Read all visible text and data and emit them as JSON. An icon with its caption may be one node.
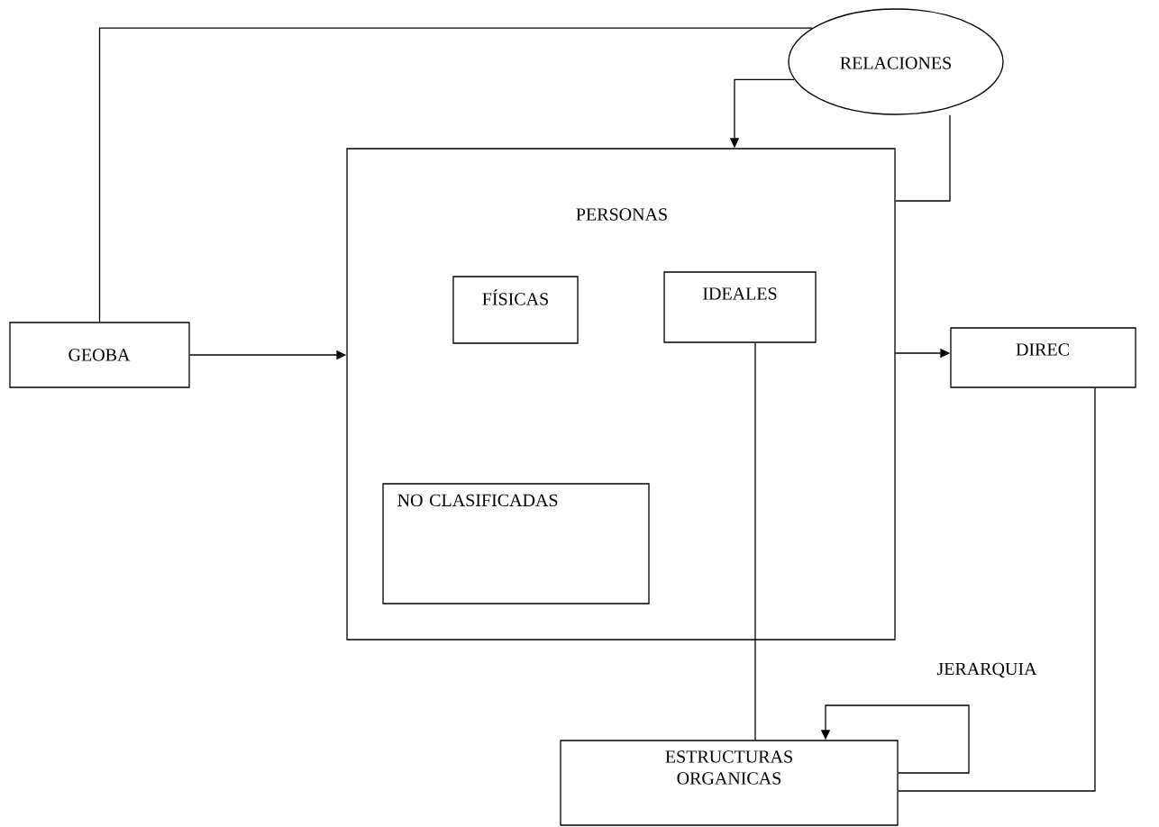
{
  "diagram": {
    "nodes": [
      {
        "text": [
          "PERSONAS"
        ]
      },
      {
        "text": [
          "FÍSICAS"
        ],
        "in": 0
      },
      {
        "text": [
          "IDEALES"
        ],
        "in": 0
      },
      {
        "text": [
          "NO CLASIFICADAS"
        ],
        "in": 0
      },
      {
        "text": [
          "GEOBA"
        ]
      },
      {
        "text": [
          "RELACIONES"
        ]
      },
      {
        "text": [
          "DIREC"
        ]
      },
      {
        "text": [
          "ESTRUCTURAS ORGANICAS"
        ]
      }
    ],
    "edges": [
      {
        "from": 4,
        "to": 0,
        "arrow": "to"
      },
      {
        "from": 4,
        "to": 5,
        "arrow": "none"
      },
      {
        "from": 5,
        "to": 0,
        "arrow": "to"
      },
      {
        "from": 5,
        "to": 0,
        "arrow": "none"
      },
      {
        "from": 0,
        "to": 6,
        "arrow": "to"
      },
      {
        "from": 2,
        "to": 7,
        "arrow": "none"
      },
      {
        "from": 7,
        "to": 7,
        "arrow": "to"
      },
      {
        "from": 6,
        "to": 7,
        "arrow": "none"
      }
    ],
    "labels": [
      "JERARQUIA"
    ]
  }
}
